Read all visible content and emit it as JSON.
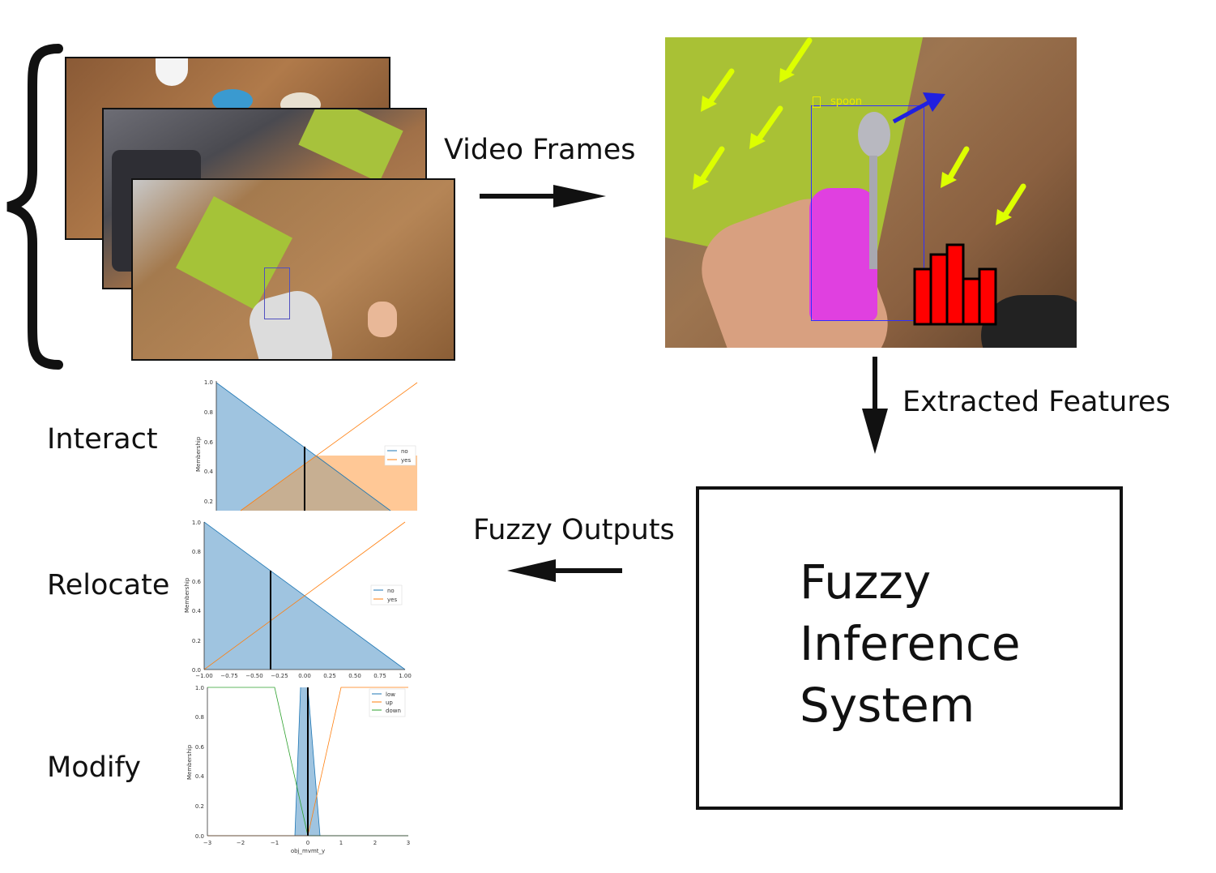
{
  "labels": {
    "video_frames": "Video Frames",
    "extracted_features": "Extracted Features",
    "fuzzy_outputs": "Fuzzy Outputs",
    "fis_line1": "Fuzzy",
    "fis_line2": "Inference",
    "fis_line3": "System",
    "interact": "Interact",
    "relocate": "Relocate",
    "modify": "Modify",
    "detection_label": "spoon"
  },
  "plots": {
    "interact": {
      "ylabel": "Membership",
      "yticks": [
        "1.0",
        "0.8",
        "0.6",
        "0.4",
        "0.2"
      ],
      "legend": [
        "no",
        "yes"
      ]
    },
    "relocate": {
      "ylabel": "Membership",
      "yticks": [
        "1.0",
        "0.8",
        "0.6",
        "0.4",
        "0.2",
        "0.0"
      ],
      "xticks": [
        "−1.00",
        "−0.75",
        "−0.50",
        "−0.25",
        "0.00",
        "0.25",
        "0.50",
        "0.75",
        "1.00"
      ],
      "legend": [
        "no",
        "yes"
      ]
    },
    "modify": {
      "ylabel": "Membership",
      "xlabel": "obj_mvmt_y",
      "yticks": [
        "1.0",
        "0.8",
        "0.6",
        "0.4",
        "0.2",
        "0.0"
      ],
      "xticks": [
        "−3",
        "−2",
        "−1",
        "0",
        "1",
        "2",
        "3"
      ],
      "legend": [
        "low",
        "up",
        "down"
      ]
    }
  },
  "colors": {
    "blue_fill": "#9fc4e0",
    "blue_line": "#1f77b4",
    "orange_line": "#ff7f0e",
    "orange_fill": "#ffc896",
    "green_line": "#2ca02c",
    "histogram": "#ff0000",
    "flow_arrows": "#ddff00",
    "motion_arrow": "#2020e0",
    "hand_mask": "#e040e0"
  }
}
